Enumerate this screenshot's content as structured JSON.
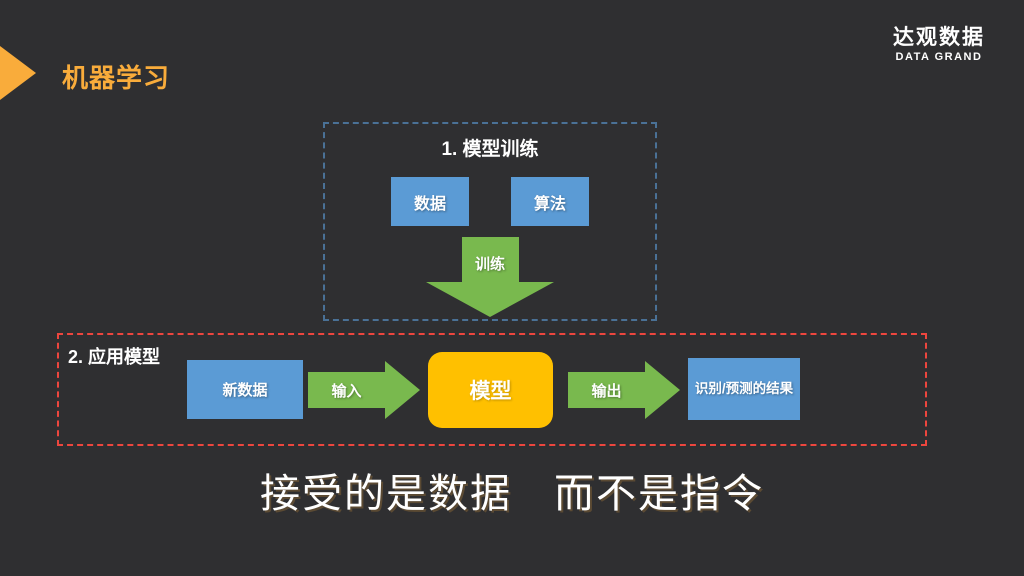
{
  "header": {
    "title": "机器学习"
  },
  "logo": {
    "name_cn": "达观数据",
    "name_en": "DATA GRAND"
  },
  "colors": {
    "background": "#2F2F31",
    "accent_orange": "#F9AC3B",
    "node_blue": "#5B9BD5",
    "arrow_green": "#79B94E",
    "model_yellow": "#FFC000",
    "training_border_blue": "#4A7196",
    "apply_border_red": "#ED463E",
    "text_white": "#FFFFFF"
  },
  "diagram": {
    "training": {
      "title": "1. 模型训练",
      "data_node": "数据",
      "algorithm_node": "算法",
      "train_arrow": "训练"
    },
    "apply": {
      "title": "2. 应用模型",
      "new_data_node": "新数据",
      "input_arrow": "输入",
      "model_node": "模型",
      "output_arrow": "输出",
      "result_node": "识别/预测的结果"
    }
  },
  "caption": "接受的是数据　而不是指令"
}
